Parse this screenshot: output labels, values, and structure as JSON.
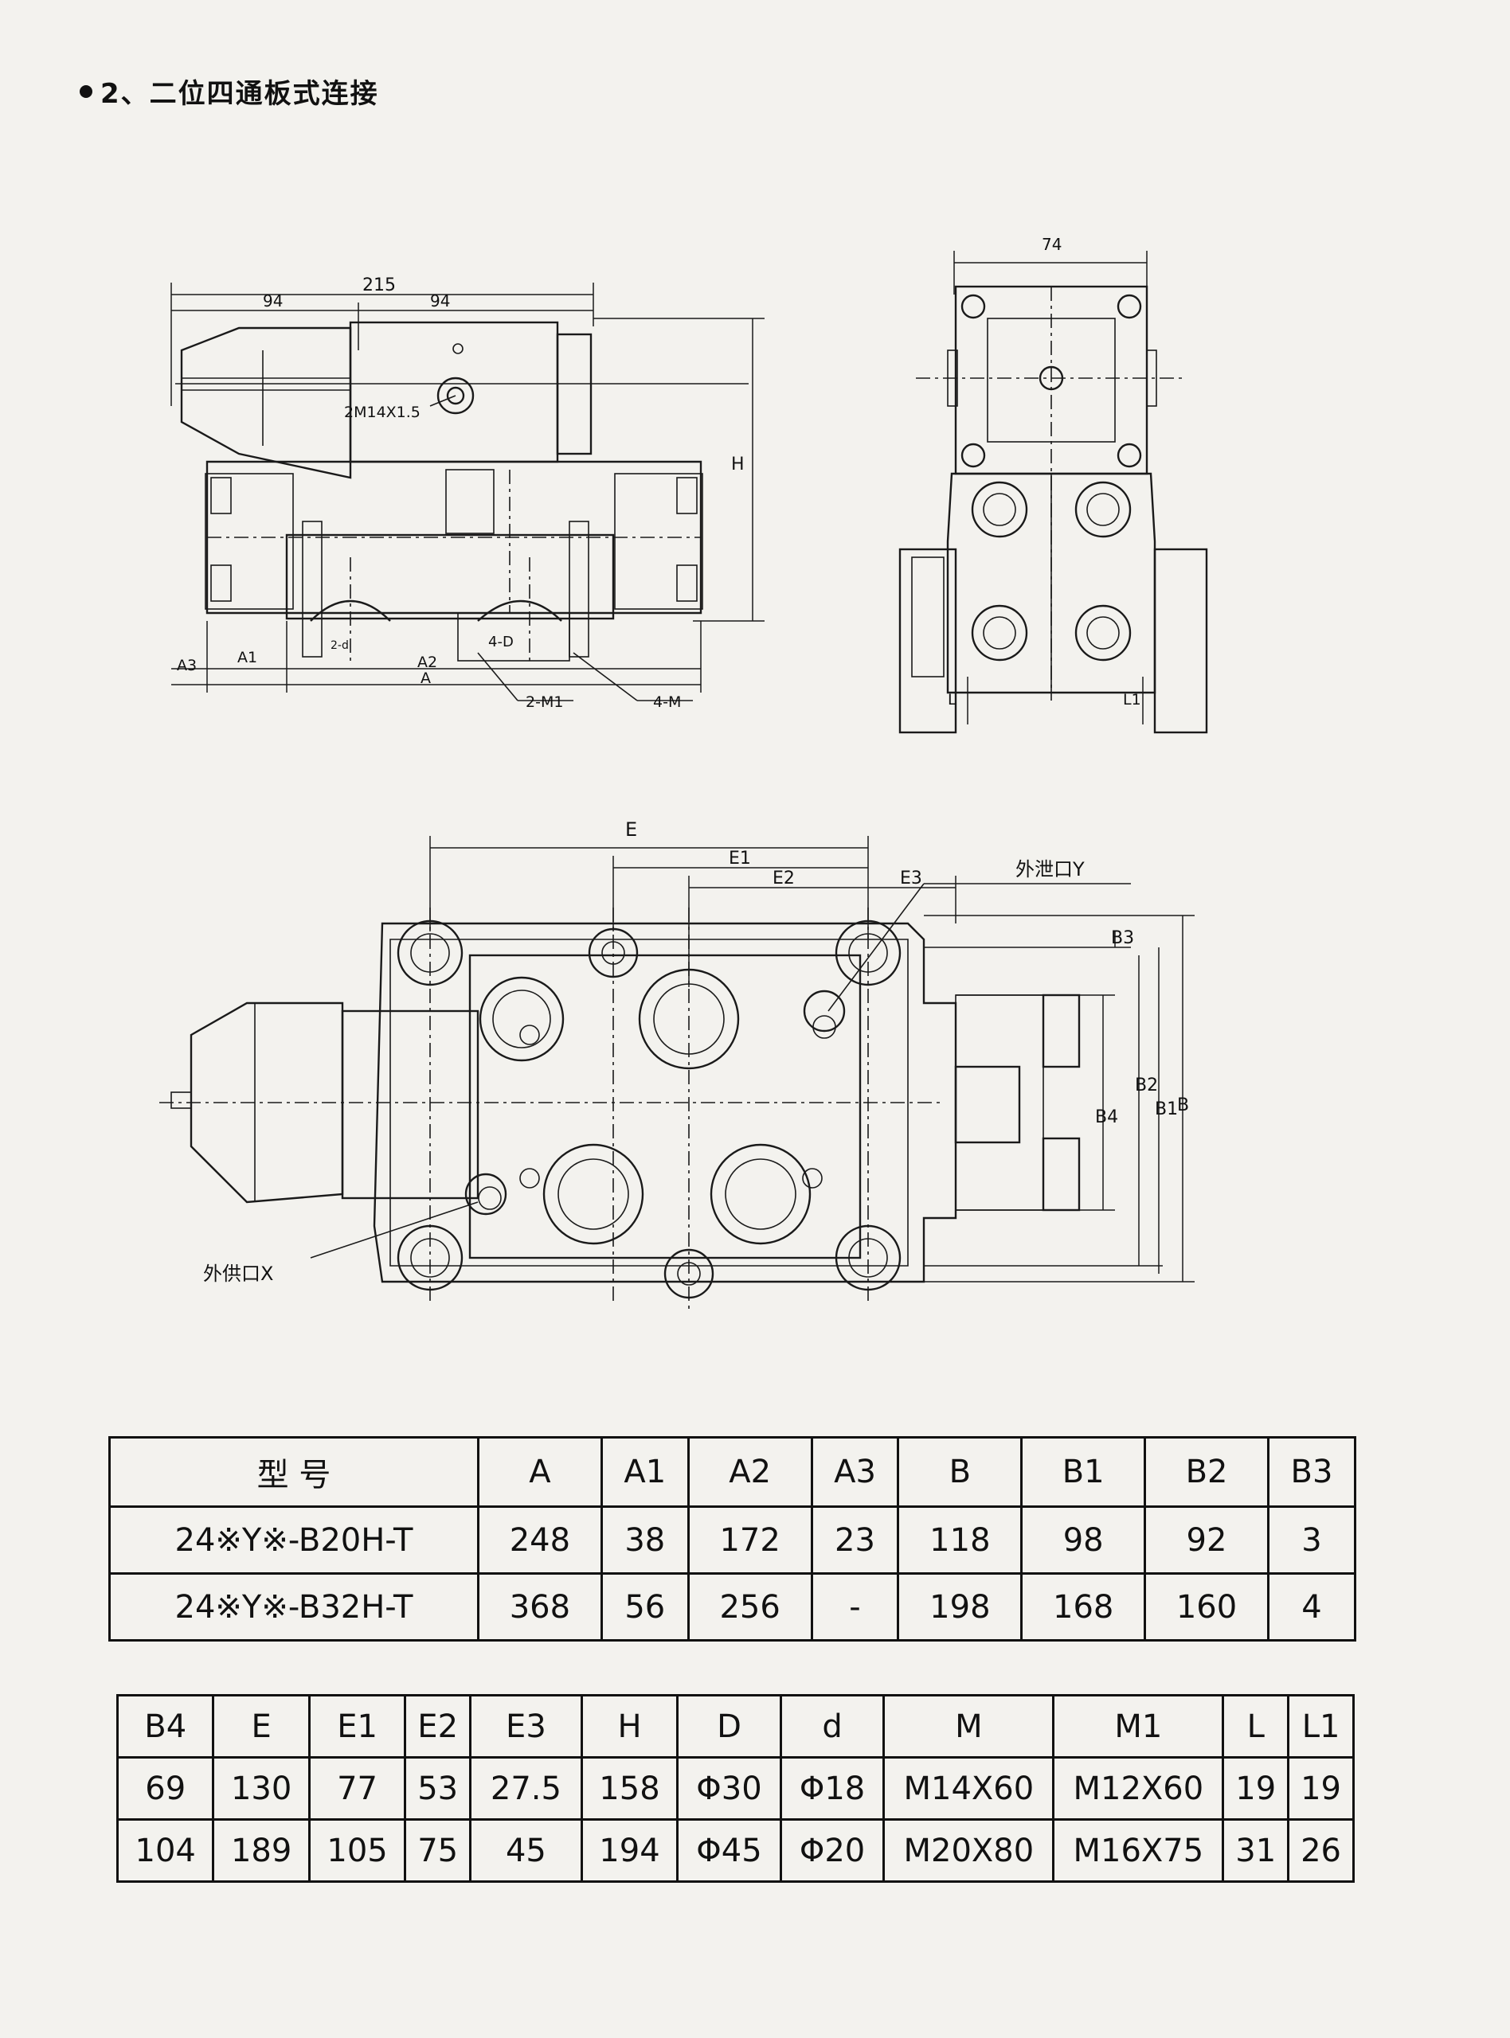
{
  "section_title": "2、二位四通板式连接",
  "drawing_labels": {
    "top_dim_215": "215",
    "top_dim_94_left": "94",
    "top_dim_94_right": "94",
    "port_thread": "2M14X1.5",
    "dim_H": "H",
    "dim_4D": "4-D",
    "dim_2d": "2-d",
    "dim_A3": "A3",
    "dim_A1": "A1",
    "dim_A2": "A2",
    "dim_A": "A",
    "dim_2M1": "2-M1",
    "dim_4M": "4-M",
    "side_dim_74": "74",
    "side_L": "L",
    "side_L1": "L1",
    "plan_E": "E",
    "plan_E1": "E1",
    "plan_E2": "E2",
    "plan_E3": "E3",
    "drain_port": "外泄口Y",
    "supply_port": "外供口X",
    "plan_B3": "B3",
    "plan_B2": "B2",
    "plan_B4": "B4",
    "plan_B1": "B1",
    "plan_B": "B"
  },
  "table1": {
    "headers": [
      "型 号",
      "A",
      "A1",
      "A2",
      "A3",
      "B",
      "B1",
      "B2",
      "B3"
    ],
    "rows": [
      [
        "24※Y※-B20H-T",
        "248",
        "38",
        "172",
        "23",
        "118",
        "98",
        "92",
        "3"
      ],
      [
        "24※Y※-B32H-T",
        "368",
        "56",
        "256",
        "-",
        "198",
        "168",
        "160",
        "4"
      ]
    ]
  },
  "table2": {
    "headers": [
      "B4",
      "E",
      "E1",
      "E2",
      "E3",
      "H",
      "D",
      "d",
      "M",
      "M1",
      "L",
      "L1"
    ],
    "rows": [
      [
        "69",
        "130",
        "77",
        "53",
        "27.5",
        "158",
        "Φ30",
        "Φ18",
        "M14X60",
        "M12X60",
        "19",
        "19"
      ],
      [
        "104",
        "189",
        "105",
        "75",
        "45",
        "194",
        "Φ45",
        "Φ20",
        "M20X80",
        "M16X75",
        "31",
        "26"
      ]
    ]
  }
}
